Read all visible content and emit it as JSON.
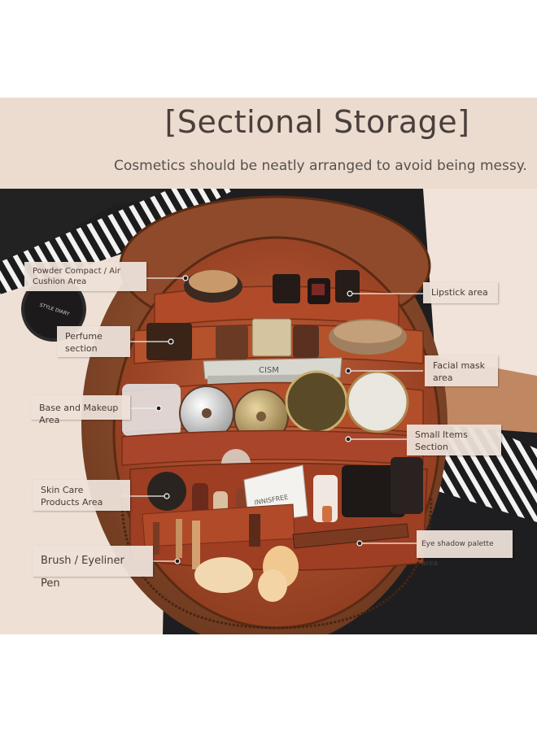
{
  "header": {
    "title": "[Sectional Storage]",
    "subtitle": "Cosmetics should be neatly arranged to avoid being messy."
  },
  "callouts": {
    "powder": "Powder Compact / Air Cushion Area",
    "lipstick": "Lipstick area",
    "perfume": "Perfume section",
    "facial_mask": "Facial mask area",
    "base": "Base and Makeup Area",
    "small_items": "Small Items Section",
    "skin_care": "Skin Care Products Area",
    "brush": "Brush / Eyeliner Pen",
    "eye_shadow": "Eye shadow palette area"
  },
  "product_text": {
    "compact_brand": "STYLE DIARY",
    "tube_label": "INNISFREE",
    "mask_label": "CISM"
  },
  "colors": {
    "header_bg": "#ecdcd0",
    "leather": "#8a4a2a",
    "lining": "#b0502e",
    "callout_bg": "#ece0d8"
  }
}
